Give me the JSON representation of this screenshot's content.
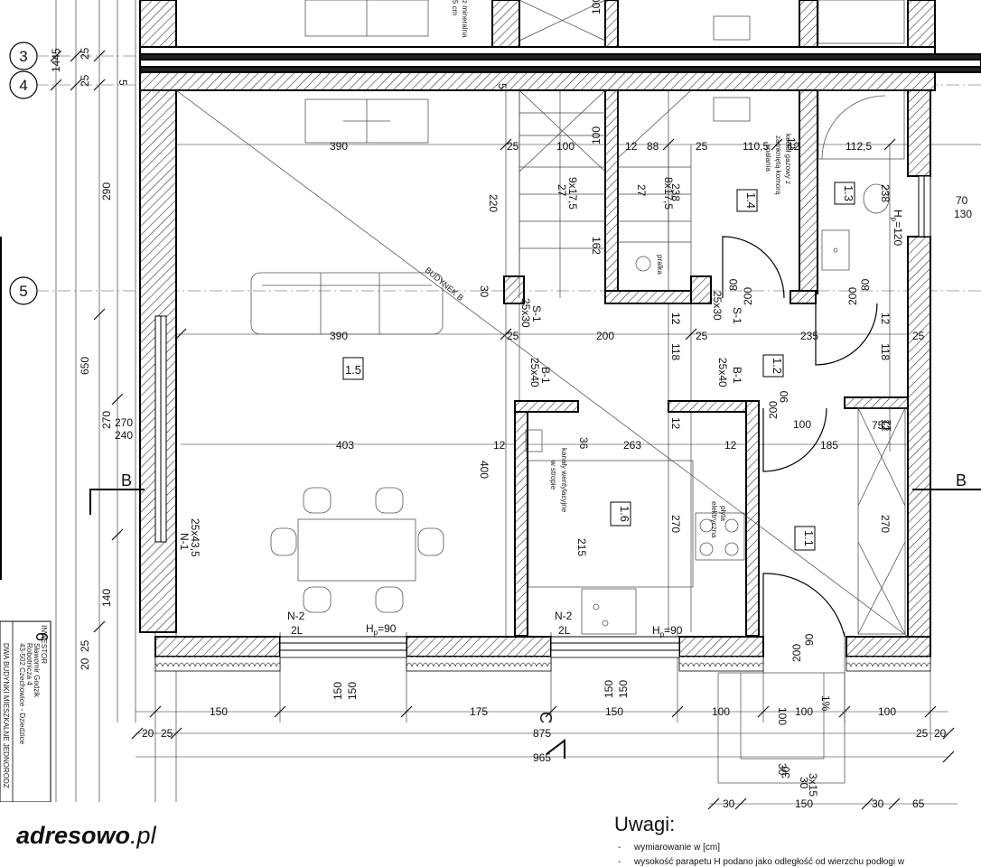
{
  "logo": {
    "name": "adresowo",
    "tld": ".pl"
  },
  "notes": {
    "title": "Uwagi:",
    "items": [
      "wymiarowanie  w [cm]",
      "wysokość parapetu H  podano jako odległość od wierzchu podłogi w"
    ]
  },
  "title_block": {
    "lines": [
      "INWESTOR",
      "Sławomir Godzik",
      "Robotnicza 4",
      "43-502 Czechowice - Dziedzice",
      "DWA BUDYNKI MIESZKALNE JEDNORODZ"
    ],
    "sheet_number": "6"
  },
  "axes": {
    "a3": "3",
    "a4": "4",
    "a5": "5"
  },
  "section_marks": {
    "b_left": "B",
    "b_right": "B",
    "c": "C"
  },
  "rooms": {
    "r11": "1.1",
    "r12": "1.2",
    "r13": "1.3",
    "r14": "1.4",
    "r15": "1.5",
    "r16": "1.6"
  },
  "labels": {
    "budynek": "BUDYNEK B",
    "wentylacja": [
      "kanały wentylacyjne",
      "w stropie"
    ],
    "kociol": [
      "kocioł gazowy z",
      "zamkniętą komorą",
      "spalania"
    ],
    "plyta": [
      "płyta",
      "elektryczna"
    ],
    "pralka": "pralka",
    "mineralna": [
      "z mineralna",
      "5 cm"
    ],
    "slope": "1%",
    "hp_sym": "H",
    "hp_sub": "p",
    "hp_90a": "=90",
    "hp_90b": "=90",
    "hp_120": "=120"
  },
  "elements": {
    "n1": [
      "N-1",
      "25x43,5"
    ],
    "n2a": [
      "N-2",
      "2L"
    ],
    "n2b": [
      "N-2",
      "2L"
    ],
    "s1a": [
      "S-1",
      "25x30"
    ],
    "s1b": [
      "S-1",
      "25x30"
    ],
    "b1a": [
      "B-1",
      "25x40"
    ],
    "b1b": [
      "B-1",
      "25x40"
    ],
    "stairs_a": [
      "9x17,5",
      "27"
    ],
    "stairs_b": [
      "8x17,5",
      "27"
    ],
    "stairs_c": [
      "3x15",
      "30"
    ]
  },
  "dims": {
    "left_v": [
      "1445",
      "25",
      "25",
      "290",
      "650",
      "270",
      "240",
      "140",
      "25",
      "20"
    ],
    "top_row": [
      "390",
      "25",
      "100",
      "12",
      "88",
      "25",
      "110,5",
      "12",
      "112,5",
      "100",
      "100"
    ],
    "row2": [
      "390",
      "25",
      "200",
      "25",
      "235",
      "25"
    ],
    "inner": [
      "403",
      "12",
      "263",
      "12",
      "185",
      "75",
      "12",
      "100"
    ],
    "bottom1": [
      "150",
      "175",
      "150",
      "100",
      "100",
      "100",
      "25",
      "20"
    ],
    "bottom2": [
      "20",
      "25",
      "875",
      "965"
    ],
    "bottom3": [
      "30",
      "150",
      "30",
      "65",
      "30"
    ],
    "openings_h": [
      "150",
      "150",
      "150",
      "150"
    ],
    "vert_misc": [
      "220",
      "238",
      "162",
      "30",
      "118",
      "12",
      "400",
      "215",
      "270",
      "270",
      "36",
      "12",
      "12",
      "118",
      "12",
      "238",
      "12",
      "100",
      "30",
      "5",
      "5",
      "12"
    ],
    "doors": [
      "80",
      "200",
      "80",
      "200",
      "90",
      "200",
      "90",
      "200"
    ],
    "window_right": [
      "70",
      "130"
    ]
  }
}
